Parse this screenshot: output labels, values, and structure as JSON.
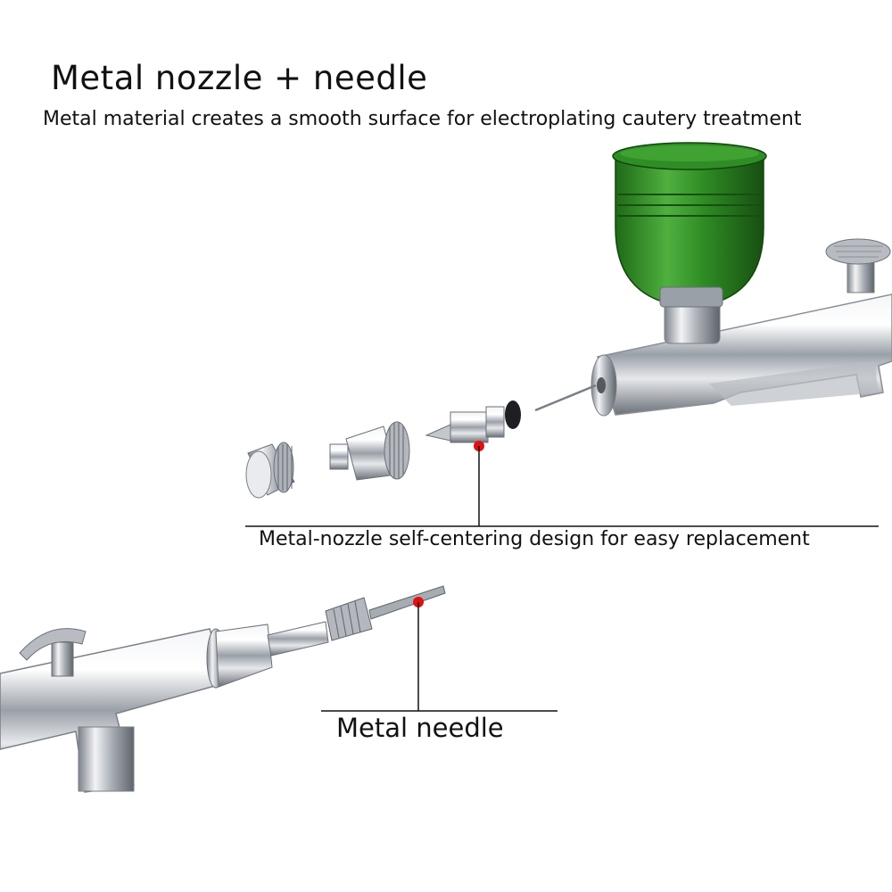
{
  "heading": {
    "title": "Metal nozzle + needle",
    "subtitle": "Metal material creates a smooth surface for electroplating cautery treatment"
  },
  "callouts": {
    "nozzle": "Metal-nozzle self-centering design for easy replacement",
    "needle": "Metal needle"
  },
  "colors": {
    "cup": "#2e8b24",
    "marker": "#e01010",
    "chrome": "#c9ccd2"
  }
}
